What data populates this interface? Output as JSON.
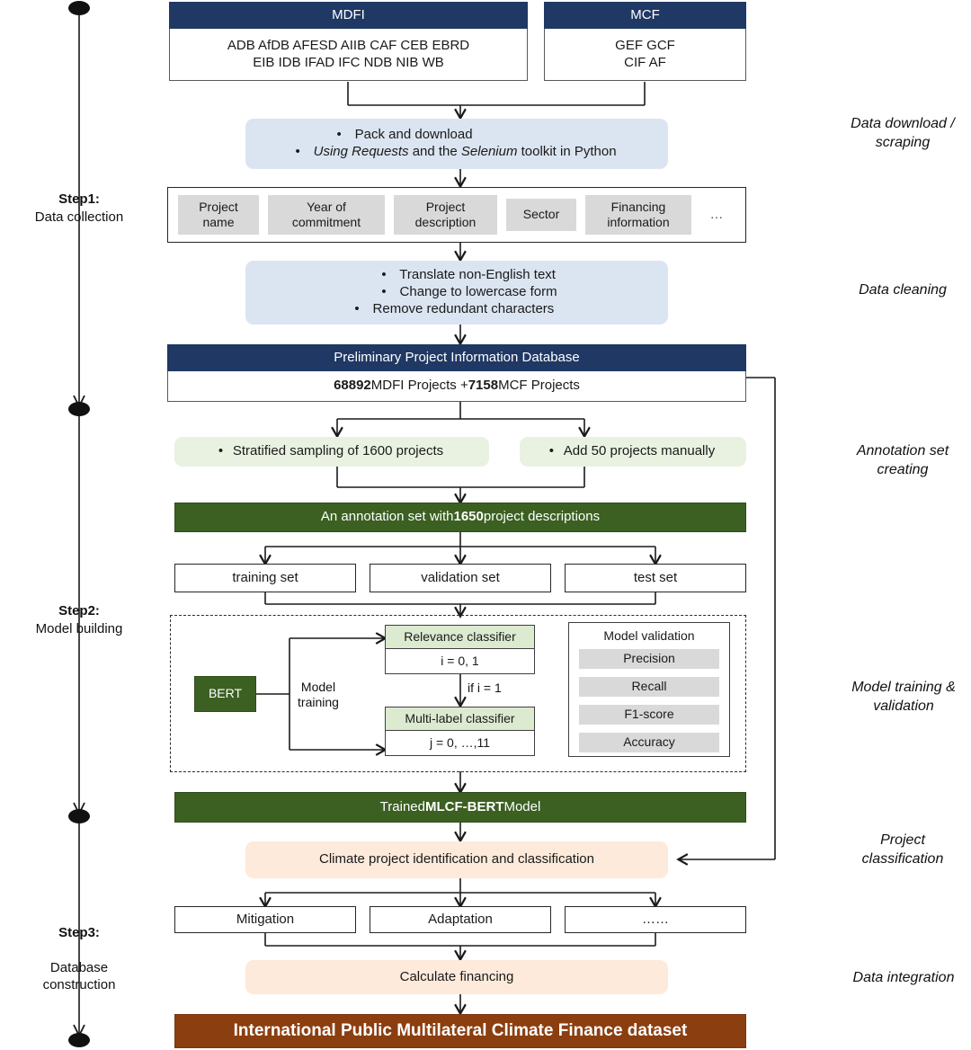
{
  "diagram": {
    "title": "Research workflow for building the International Public Multilateral Climate Finance dataset",
    "colors": {
      "navy_header": "#1f3864",
      "light_blue": "#dbe5f1",
      "light_green": "#e9f2e1",
      "dark_green": "#3b6022",
      "peach": "#fdeada",
      "brown": "#8b3e10",
      "grey_chip": "#d9d9d9"
    }
  },
  "steps": [
    {
      "id": "step1",
      "title": "Step1:",
      "subtitle": "Data collection"
    },
    {
      "id": "step2",
      "title": "Step2:",
      "subtitle": "Model building"
    },
    {
      "id": "step3",
      "title": "Step3:",
      "subtitle": "Database\nconstruction"
    }
  ],
  "annotations": [
    {
      "id": "a1",
      "text": "Data download /\nscraping"
    },
    {
      "id": "a2",
      "text": "Data cleaning"
    },
    {
      "id": "a3",
      "text": "Annotation set\ncreating"
    },
    {
      "id": "a4",
      "text": "Model training &\nvalidation"
    },
    {
      "id": "a5",
      "text": "Project\nclassification"
    },
    {
      "id": "a6",
      "text": "Data integration"
    }
  ],
  "sources": {
    "mdfi": {
      "header": "MDFI",
      "line1": "ADB AfDB AFESD AIIB CAF CEB EBRD",
      "line2": "EIB IDB IFAD IFC NDB NIB WB"
    },
    "mcf": {
      "header": "MCF",
      "line1": "GEF GCF",
      "line2": "CIF AF"
    }
  },
  "download_box": {
    "bullet1": "Pack and download",
    "bullet2_pre": "Using Requests",
    "bullet2_mid": " and the ",
    "bullet2_em2": "Selenium",
    "bullet2_post": " toolkit in Python"
  },
  "fields_box": {
    "items": [
      "Project\nname",
      "Year of\ncommitment",
      "Project\ndescription",
      "Sector",
      "Financing\ninformation"
    ],
    "ellipsis": "…"
  },
  "cleaning_box": {
    "bullets": [
      "Translate non-English text",
      "Change to lowercase form",
      "Remove redundant characters"
    ]
  },
  "preliminary_db": {
    "header": "Preliminary Project Information Database",
    "count_mdfi": "68892",
    "label_mdfi": " MDFI Projects + ",
    "count_mcf": "7158",
    "label_mcf": " MCF Projects"
  },
  "annotation_sources": {
    "left": "Stratified sampling of 1600 projects",
    "right": "Add 50 projects manually"
  },
  "annotation_set": {
    "pre": "An annotation set with ",
    "count": "1650",
    "post": " project descriptions"
  },
  "splits": [
    "training set",
    "validation set",
    "test set"
  ],
  "model_building": {
    "bert": "BERT",
    "model_training": "Model\ntraining",
    "relevance": {
      "head": "Relevance classifier",
      "body": "i = 0, 1"
    },
    "condition": "if i = 1",
    "multilabel": {
      "head": "Multi-label classifier",
      "body": "j = 0, …,11"
    },
    "validation": {
      "title": "Model validation",
      "metrics": [
        "Precision",
        "Recall",
        "F1-score",
        "Accuracy"
      ]
    }
  },
  "trained_model": {
    "pre": "Trained ",
    "name": "MLCF-BERT",
    "post": " Model"
  },
  "classification_box": "Climate project identification and classification",
  "categories": [
    "Mitigation",
    "Adaptation",
    "……"
  ],
  "calculate_box": "Calculate financing",
  "final_dataset": "International Public Multilateral Climate Finance dataset"
}
